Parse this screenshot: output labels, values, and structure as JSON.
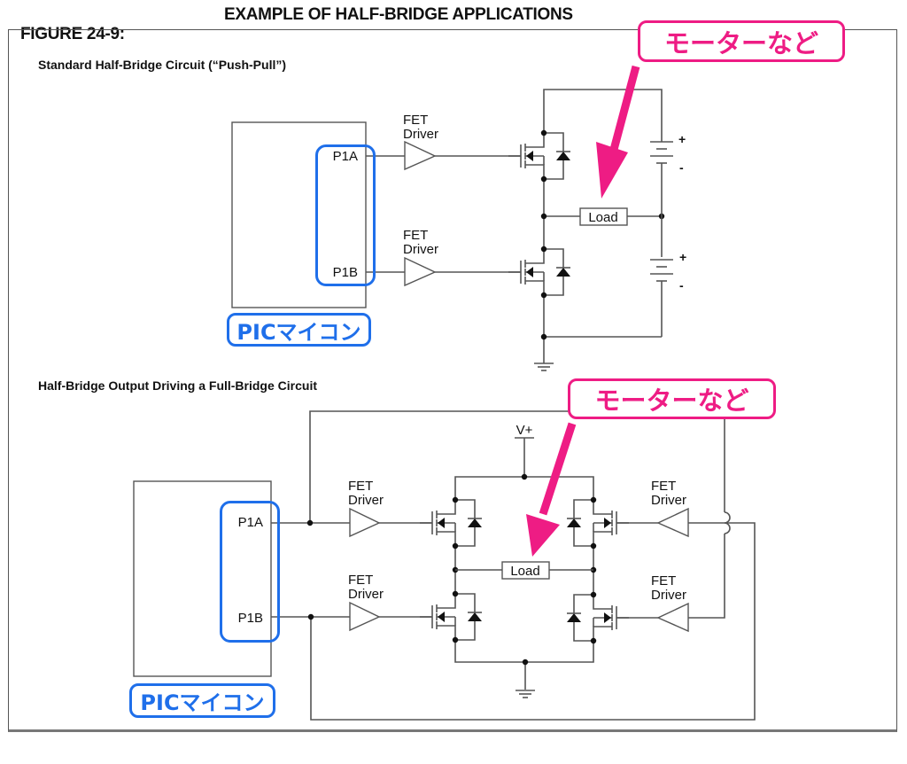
{
  "figure": {
    "label": "FIGURE 24-9:",
    "title": "EXAMPLE OF HALF-BRIDGE APPLICATIONS"
  },
  "sections": [
    {
      "title": "Standard Half-Bridge Circuit (“Push-Pull”)",
      "pins": [
        "P1A",
        "P1B"
      ],
      "driver_label_line1": "FET",
      "driver_label_line2": "Driver",
      "load_label": "Load",
      "battery_plus": "+",
      "battery_minus": "-"
    },
    {
      "title": "Half-Bridge Output Driving a Full-Bridge Circuit",
      "pins": [
        "P1A",
        "P1B"
      ],
      "driver_label_line1": "FET",
      "driver_label_line2": "Driver",
      "load_label": "Load",
      "supply_label": "V+"
    }
  ],
  "annotations": {
    "mcu_tag": "PICマイコン",
    "motor_tag": "モーターなど",
    "blue": "#1f6fea",
    "pink": "#ee1c84"
  }
}
